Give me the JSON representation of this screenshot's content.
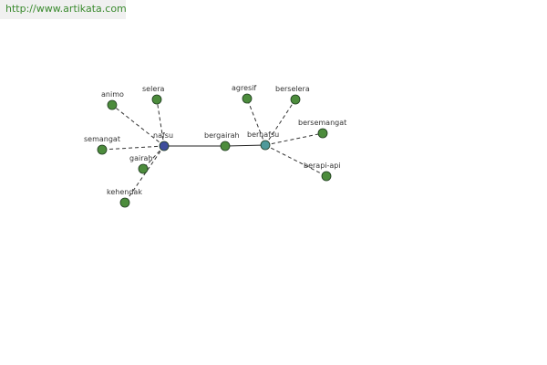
{
  "watermark": {
    "url": "http://www.artikata.com"
  },
  "colors": {
    "synonym_node": "#4c8c3c",
    "hub_primary": "#3e4e9c",
    "hub_secondary": "#4e9a9a",
    "edge": "#333333",
    "url_text": "#3a8a2e",
    "banner_bg": "#f0f0f0"
  },
  "graph": {
    "nodes": [
      {
        "id": "nafsu",
        "label": "nafsu",
        "kind": "hub_primary"
      },
      {
        "id": "bernafsu",
        "label": "bernafsu",
        "kind": "hub_secondary"
      },
      {
        "id": "bergairah",
        "label": "bergairah",
        "kind": "synonym"
      },
      {
        "id": "animo",
        "label": "animo",
        "kind": "synonym"
      },
      {
        "id": "selera",
        "label": "selera",
        "kind": "synonym"
      },
      {
        "id": "semangat",
        "label": "semangat",
        "kind": "synonym"
      },
      {
        "id": "gairah",
        "label": "gairah",
        "kind": "synonym"
      },
      {
        "id": "kehendak",
        "label": "kehendak",
        "kind": "synonym"
      },
      {
        "id": "agresif",
        "label": "agresif",
        "kind": "synonym"
      },
      {
        "id": "berselera",
        "label": "berselera",
        "kind": "synonym"
      },
      {
        "id": "bersemangat",
        "label": "bersemangat",
        "kind": "synonym"
      },
      {
        "id": "berapi-api",
        "label": "berapi-api",
        "kind": "synonym"
      }
    ],
    "edges": [
      {
        "from": "nafsu",
        "to": "animo",
        "style": "dashed"
      },
      {
        "from": "nafsu",
        "to": "selera",
        "style": "dashed"
      },
      {
        "from": "nafsu",
        "to": "semangat",
        "style": "dashed"
      },
      {
        "from": "nafsu",
        "to": "gairah",
        "style": "dashed"
      },
      {
        "from": "nafsu",
        "to": "kehendak",
        "style": "dashed"
      },
      {
        "from": "nafsu",
        "to": "bergairah",
        "style": "solid"
      },
      {
        "from": "bergairah",
        "to": "bernafsu",
        "style": "solid"
      },
      {
        "from": "bernafsu",
        "to": "agresif",
        "style": "dashed"
      },
      {
        "from": "bernafsu",
        "to": "berselera",
        "style": "dashed"
      },
      {
        "from": "bernafsu",
        "to": "bersemangat",
        "style": "dashed"
      },
      {
        "from": "bernafsu",
        "to": "berapi-api",
        "style": "dashed"
      }
    ]
  }
}
